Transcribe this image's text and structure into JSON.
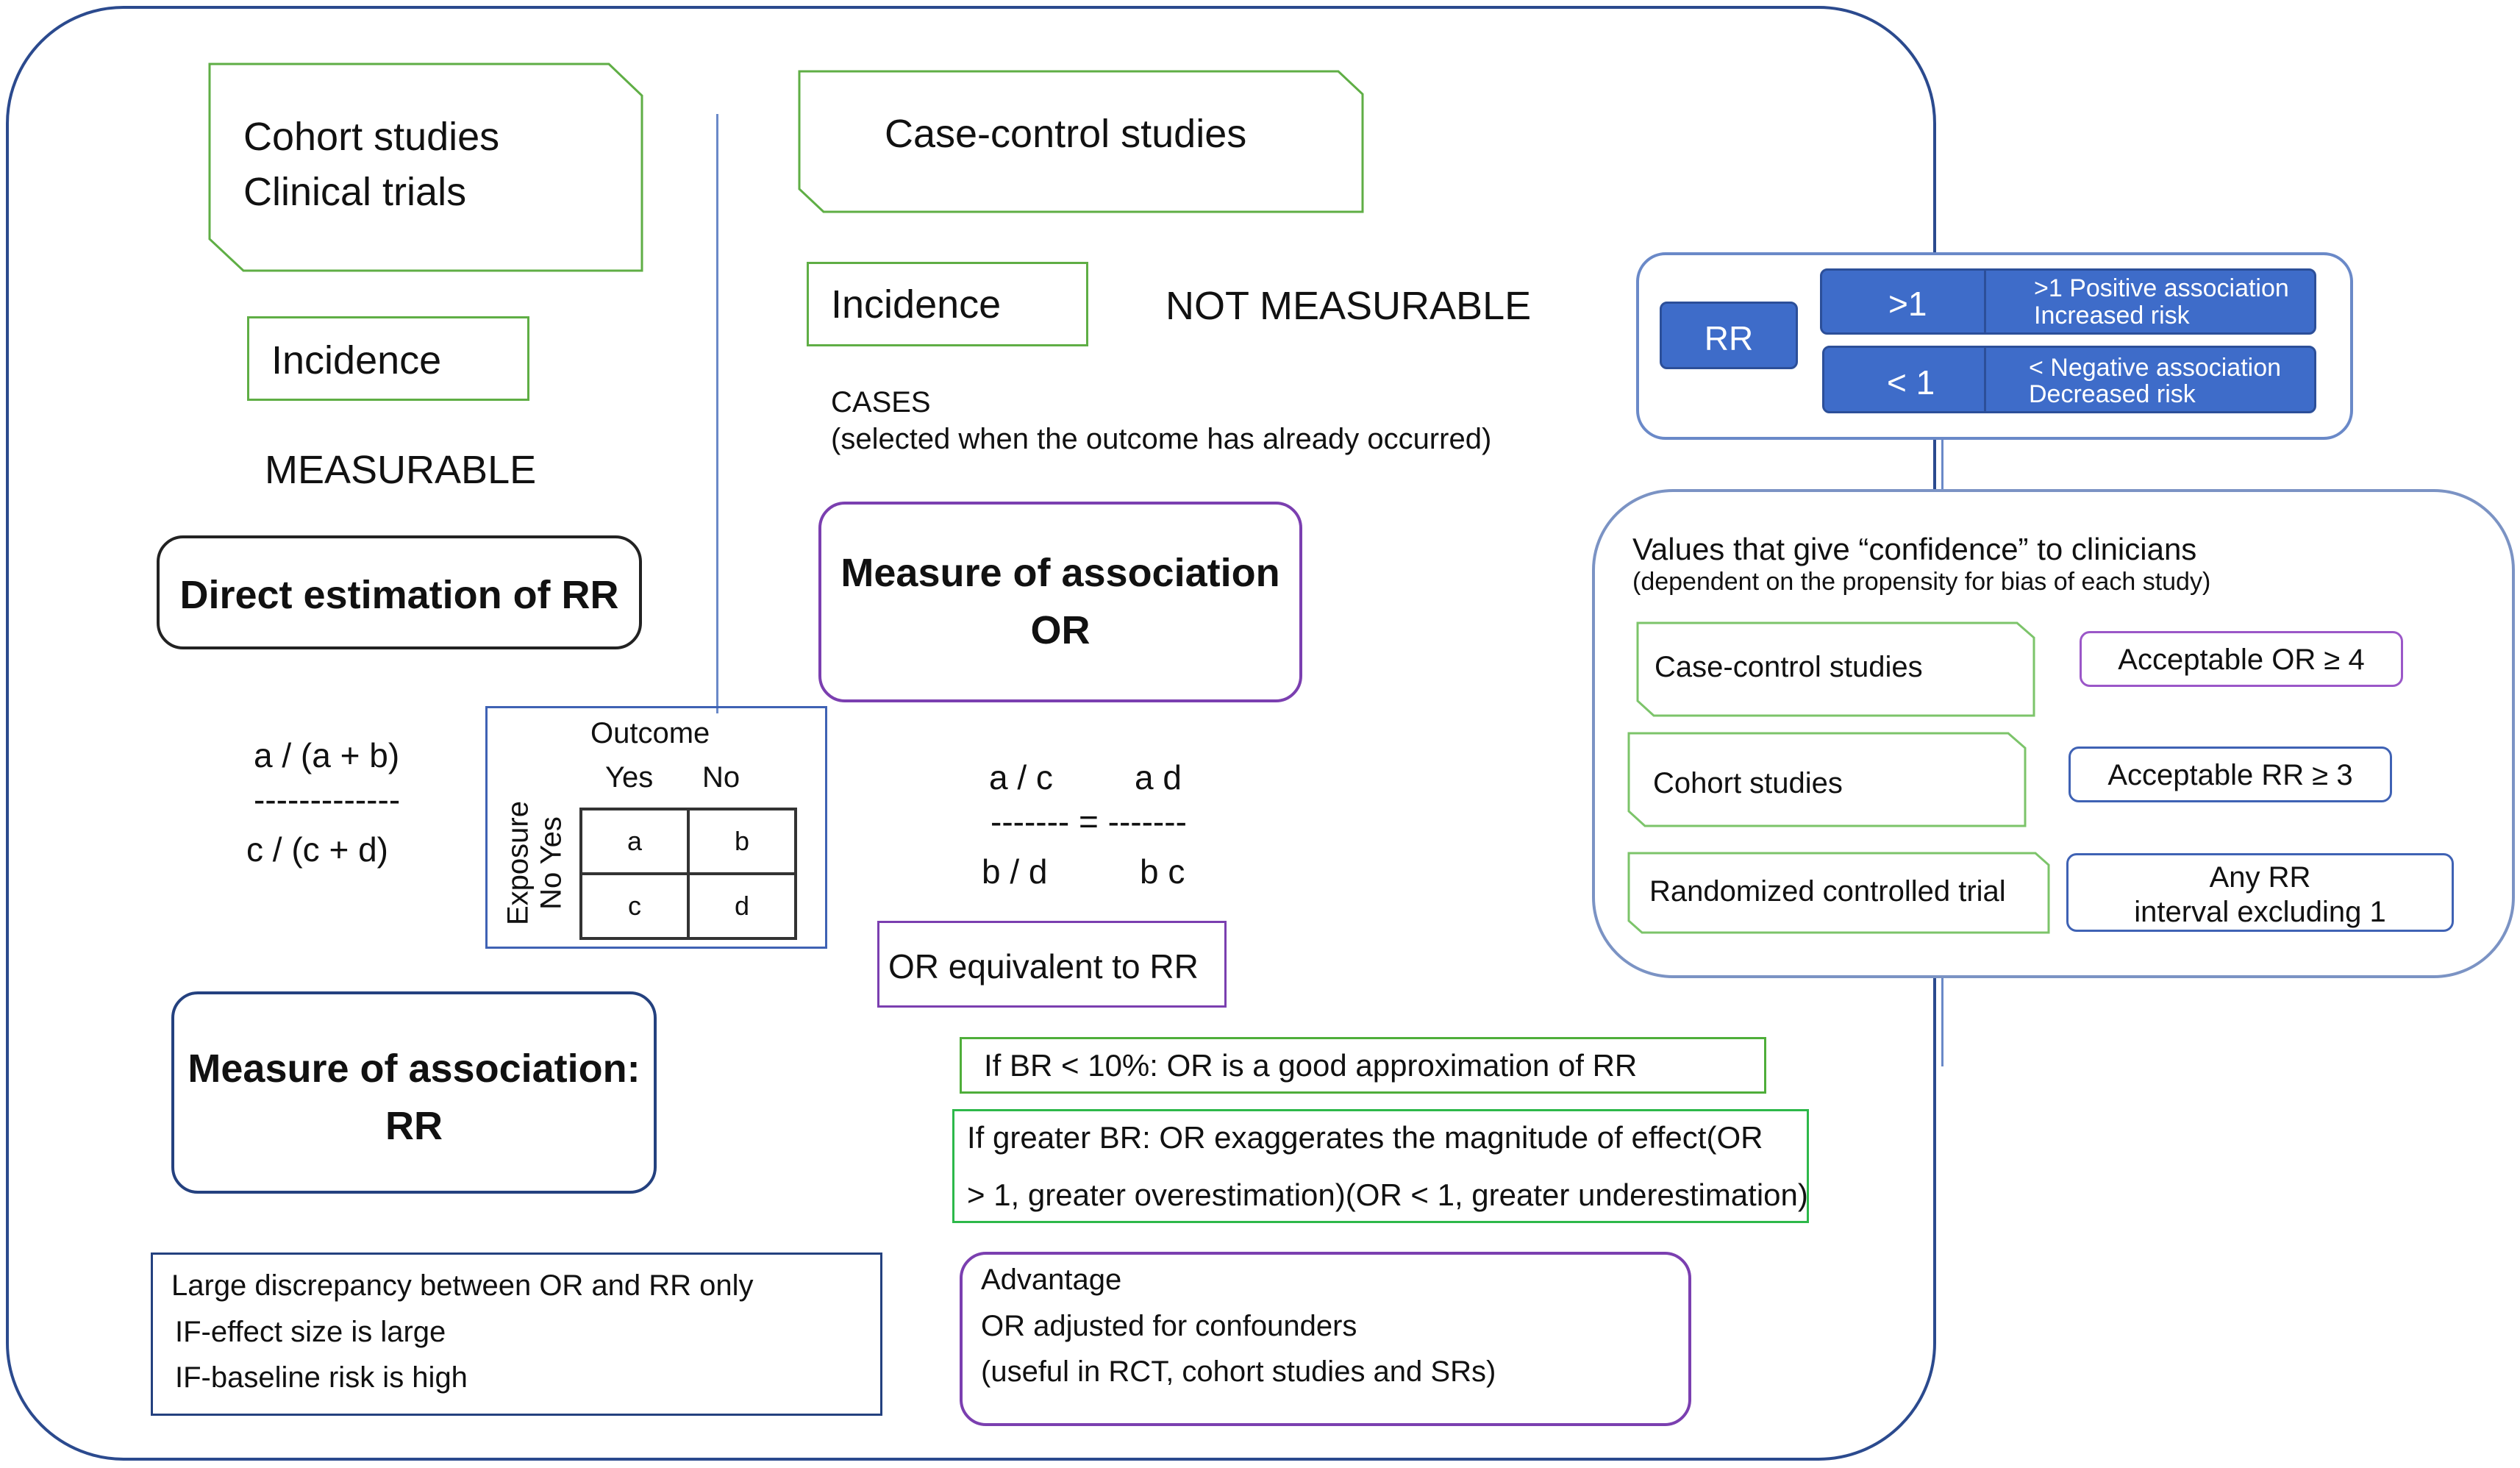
{
  "left": {
    "cohort_box": {
      "line1": "Cohort studies",
      "line2": "Clinical trials"
    },
    "incidence": "Incidence",
    "measurable": "MEASURABLE",
    "direct_rr": "Direct estimation of RR",
    "formula": {
      "numerator": "a / (a + b)",
      "divider": "-------------",
      "denominator": "c / (c + d)"
    },
    "table": {
      "outcome": "Outcome",
      "yes": "Yes",
      "no": "No",
      "exposure": "Exposure",
      "row_labels": "No Yes",
      "cells": [
        "a",
        "b",
        "c",
        "d"
      ]
    },
    "measure_rr": {
      "line1": "Measure of association:",
      "line2": "RR"
    },
    "discrepancy": {
      "line1": "Large discrepancy between OR and RR only",
      "line2": "IF-effect size is large",
      "line3": "IF-baseline risk is high"
    }
  },
  "middle": {
    "case_control": "Case-control studies",
    "incidence": "Incidence",
    "not_measurable": "NOT MEASURABLE",
    "cases": {
      "line1": "CASES",
      "line2": "(selected when the outcome has already occurred)"
    },
    "measure_or": {
      "line1": "Measure of association",
      "line2": "OR"
    },
    "formula": {
      "left_num": "a / c",
      "right_num": "a d",
      "dividers": "------- =  -------",
      "left_den": "b / d",
      "right_den": "b c"
    },
    "or_equiv": "OR equivalent to RR",
    "br_low": "If BR < 10%: OR is a good approximation of RR",
    "br_high": {
      "line1": "If greater BR: OR exaggerates the magnitude of effect(OR",
      "line2": "> 1, greater overestimation)(OR < 1, greater underestimation)"
    },
    "advantage": {
      "line1": "Advantage",
      "line2": "OR adjusted for confounders",
      "line3": "(useful in RCT, cohort studies and SRs)"
    }
  },
  "right": {
    "rr_button": "RR",
    "gt1": {
      "symbol": ">1",
      "line1": ">1 Positive association",
      "line2": "Increased risk"
    },
    "lt1": {
      "symbol": "< 1",
      "line1": "< Negative association",
      "line2": "Decreased risk"
    },
    "confidence": {
      "title": "Values that give “confidence” to clinicians",
      "subtitle": "(dependent on the propensity for bias of each study)",
      "rows": [
        {
          "study": "Case-control studies",
          "value": "Acceptable OR ≥ 4"
        },
        {
          "study": "Cohort studies",
          "value": "Acceptable RR ≥ 3"
        },
        {
          "study": "Randomized controlled trial",
          "value_line1": "Any RR",
          "value_line2": "interval excluding 1"
        }
      ]
    }
  },
  "colors": {
    "frame": "#2b4a8e",
    "green": "#5fae45",
    "purple": "#7b3fb0",
    "blue_button": "#3e6cc9"
  }
}
